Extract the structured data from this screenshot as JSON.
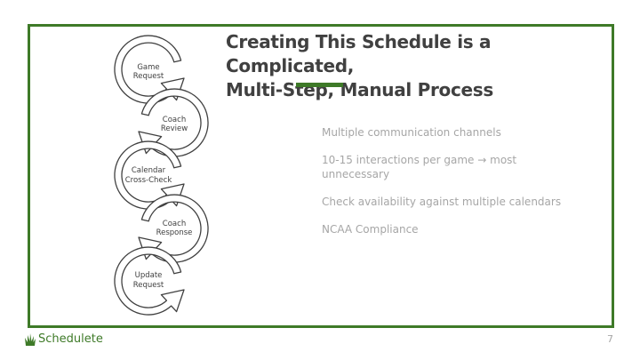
{
  "slide": {
    "title_line1": "Creating This Schedule is a Complicated,",
    "title_line2": "Multi-Step, Manual Process",
    "accent_color": "#3e7a28",
    "page_number": "7"
  },
  "process_steps": [
    {
      "line1": "Game",
      "line2": "Request"
    },
    {
      "line1": "Coach",
      "line2": "Review"
    },
    {
      "line1": "Calendar",
      "line2": "Cross-Check"
    },
    {
      "line1": "Coach",
      "line2": "Response"
    },
    {
      "line1": "Update",
      "line2": "Request"
    }
  ],
  "bullets": [
    "Multiple communication channels",
    "10-15 interactions per game → most unnecessary",
    "Check availability against multiple calendars",
    "NCAA Compliance"
  ],
  "footer": {
    "logo_text": "Schedulete",
    "logo_icon": "grass-icon"
  }
}
